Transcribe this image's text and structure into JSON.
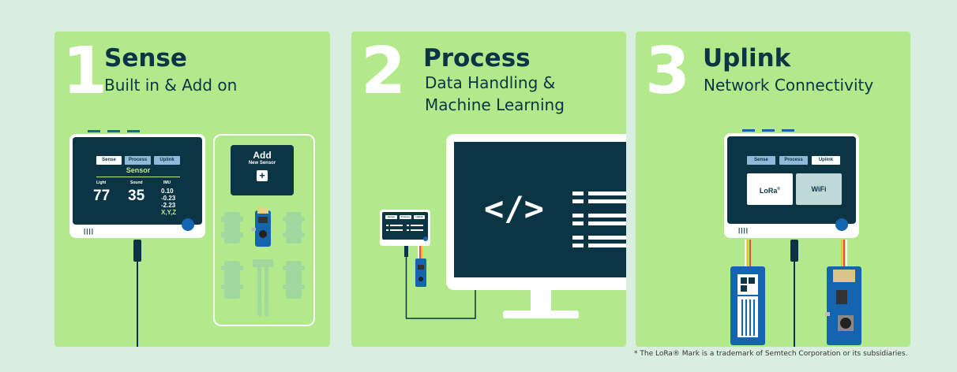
{
  "panels": [
    {
      "number": "1",
      "title": "Sense",
      "subtitle_lines": [
        "Built in & Add on"
      ],
      "device": {
        "tabs": [
          "Sense",
          "Process",
          "Uplink"
        ],
        "header": "Sensor",
        "readings": [
          {
            "label": "Light",
            "value": "77"
          },
          {
            "label": "Sound",
            "value": "35"
          },
          {
            "label": "IMU",
            "value_lines": [
              "0.10",
              "-0.23",
              "-2.23"
            ],
            "axes": "X,Y,Z"
          }
        ]
      },
      "add_card": {
        "title": "Add",
        "subtitle": "New Sensor",
        "button": "+"
      }
    },
    {
      "number": "2",
      "title": "Process",
      "subtitle_lines": [
        "Data Handling &",
        "Machine Learning"
      ],
      "monitor": {
        "code_symbol": "</>"
      },
      "mini_tabs": [
        "Sense",
        "Process",
        "Uplink"
      ]
    },
    {
      "number": "3",
      "title": "Uplink",
      "subtitle_lines": [
        "Network Connectivity"
      ],
      "device": {
        "tabs": [
          "Sense",
          "Process",
          "Uplink"
        ],
        "options": [
          {
            "label": "LoRa",
            "mark": "®"
          },
          {
            "label": "WiFi"
          }
        ]
      }
    }
  ],
  "footnote": "* The LoRa® Mark is a trademark of Semtech Corporation or its subsidiaries.",
  "colors": {
    "panel": "#b2e98b",
    "dark": "#0b3445",
    "accent_blue": "#1465b0",
    "sensor_green": "#c5e88a"
  }
}
